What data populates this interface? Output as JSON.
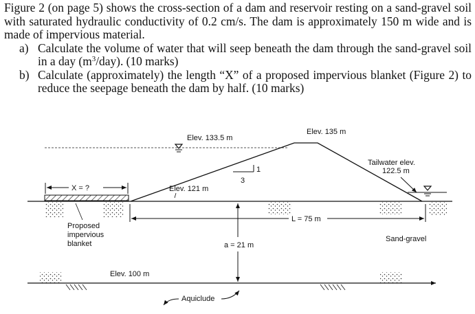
{
  "question": {
    "intro": "Figure 2 (on page 5) shows the cross-section of a dam and reservoir resting on a sand-gravel soil with saturated hydraulic conductivity of 0.2 cm/s. The dam is approximately 150 m wide and is made of impervious material.",
    "parts": [
      {
        "marker": "a)",
        "before": "Calculate the volume of water that will seep beneath the dam through the sand-gravel soil in a day (m",
        "sup": "3",
        "after": "/day). (10 marks)"
      },
      {
        "marker": "b)",
        "before": "Calculate (approximately) the length “X” of a proposed impervious blanket (Figure 2) to reduce the seepage beneath the dam by half. (10 marks)",
        "sup": "",
        "after": ""
      }
    ]
  },
  "figure": {
    "labels": {
      "crest_elev": "Elev. 135 m",
      "reservoir_elev": "Elev. 133.5 m",
      "tailwater_line1": "Tailwater elev.",
      "tailwater_line2": "122.5 m",
      "ground_elev": "Elev. 121 m",
      "slope_run": "3",
      "slope_rise": "1",
      "x_dim": "X = ?",
      "blanket_line1": "Proposed",
      "blanket_line2": "impervious",
      "blanket_line3": "blanket",
      "base_length": "L = 75 m",
      "depth": "a = 21 m",
      "soil": "Sand-gravel",
      "bottom_elev": "Elev. 100 m",
      "aquiclude": "Aquiclude"
    }
  }
}
